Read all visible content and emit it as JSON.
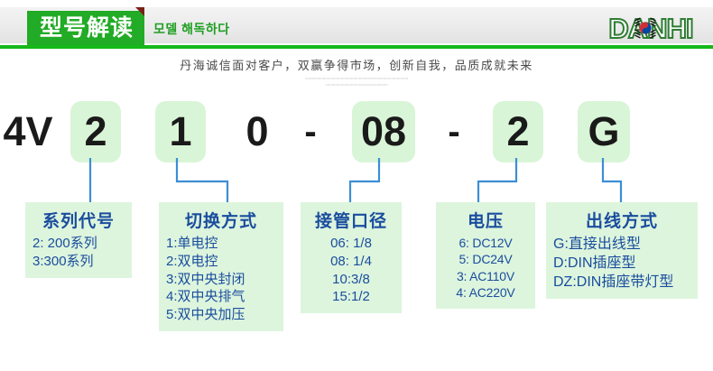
{
  "header": {
    "title_cn": "型号解读",
    "title_kr": "모델 해독하다",
    "logo_text": "DANHI",
    "logo_flag_icon": "korean-taegeuk-flag-icon",
    "accent_green": "#22ab26",
    "rule_green": "#16b81a",
    "fold_color": "#7a2118"
  },
  "tagline": {
    "text": "丹海诚信面对客户，双赢争得市场，创新自我，品质成就未来",
    "ornament_long": "▫▫▫▫▫▫▫▫▫▫▫▫▫▫▫▫▫▫▫▫▫▫▫▫▫▫▫▫▫▫▫▫▫▫▫▫▫▫▫▫▫▫▫▫▫▫",
    "ornament_short": "▫▫▫▫▫▫▫▫▫▫▫▫▫▫▫▫▫▫▫▫▫▫▫▫▫▫▫▫"
  },
  "model_code": {
    "segments": [
      {
        "text": "4V",
        "highlighted": false,
        "kind": "prefix"
      },
      {
        "text": "2",
        "highlighted": true,
        "kind": "field"
      },
      {
        "text": "1",
        "highlighted": true,
        "kind": "field"
      },
      {
        "text": "0",
        "highlighted": false,
        "kind": "literal"
      },
      {
        "text": "-",
        "highlighted": false,
        "kind": "separator"
      },
      {
        "text": "08",
        "highlighted": true,
        "kind": "field"
      },
      {
        "text": "-",
        "highlighted": false,
        "kind": "separator"
      },
      {
        "text": "2",
        "highlighted": true,
        "kind": "field"
      },
      {
        "text": "G",
        "highlighted": true,
        "kind": "field"
      }
    ],
    "highlight_bg": "#d9f5d7",
    "text_color": "#1a1a1a"
  },
  "legend": {
    "box_bg": "#ddf5dd",
    "text_color": "#1a4d9e",
    "connector_color": "#3c8ed6",
    "boxes": [
      {
        "title": "系列代号",
        "items": [
          "2: 200系列",
          "3:300系列"
        ]
      },
      {
        "title": "切换方式",
        "items": [
          "1:单电控",
          "2:双电控",
          "3:双中央封闭",
          "4:双中央排气",
          "5:双中央加压"
        ]
      },
      {
        "title": "接管口径",
        "items": [
          "06: 1/8",
          "08: 1/4",
          "10:3/8",
          "15:1/2"
        ]
      },
      {
        "title": "电压",
        "items": [
          "6: DC12V",
          "5: DC24V",
          "3: AC110V",
          "4: AC220V"
        ]
      },
      {
        "title": "出线方式",
        "items": [
          "G:直接出线型",
          "D:DIN插座型",
          "DZ:DIN插座带灯型"
        ]
      }
    ]
  }
}
